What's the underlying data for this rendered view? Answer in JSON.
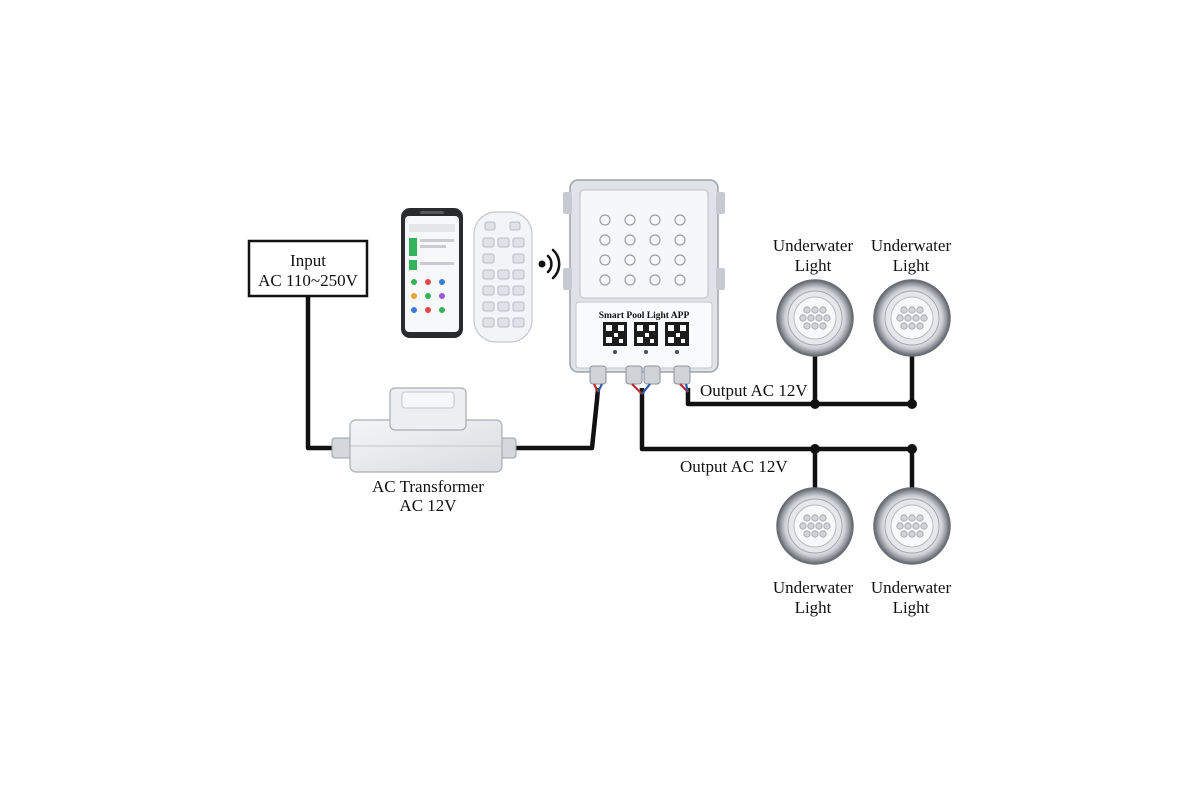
{
  "input_box": {
    "line1": "Input",
    "line2": "AC 110~250V"
  },
  "transformer": {
    "line1": "AC Transformer",
    "line2": "AC 12V"
  },
  "controller": {
    "app_label": "Smart Pool Light APP"
  },
  "outputs": {
    "upper": "Output AC 12V",
    "lower": "Output AC 12V"
  },
  "lights": [
    {
      "line1": "Underwater",
      "line2": "Light"
    },
    {
      "line1": "Underwater",
      "line2": "Light"
    },
    {
      "line1": "Underwater",
      "line2": "Light"
    },
    {
      "line1": "Underwater",
      "line2": "Light"
    }
  ],
  "icons": {
    "wireless": "wifi-signal-icon",
    "phone": "smartphone-icon",
    "remote": "remote-control-icon",
    "qr": "qr-code-icon",
    "light": "underwater-light-icon"
  },
  "colors": {
    "wire": "#111111",
    "text": "#111111",
    "device": "#e9ebee",
    "red_wire": "#c0282d",
    "blue_wire": "#2c5aa8"
  }
}
